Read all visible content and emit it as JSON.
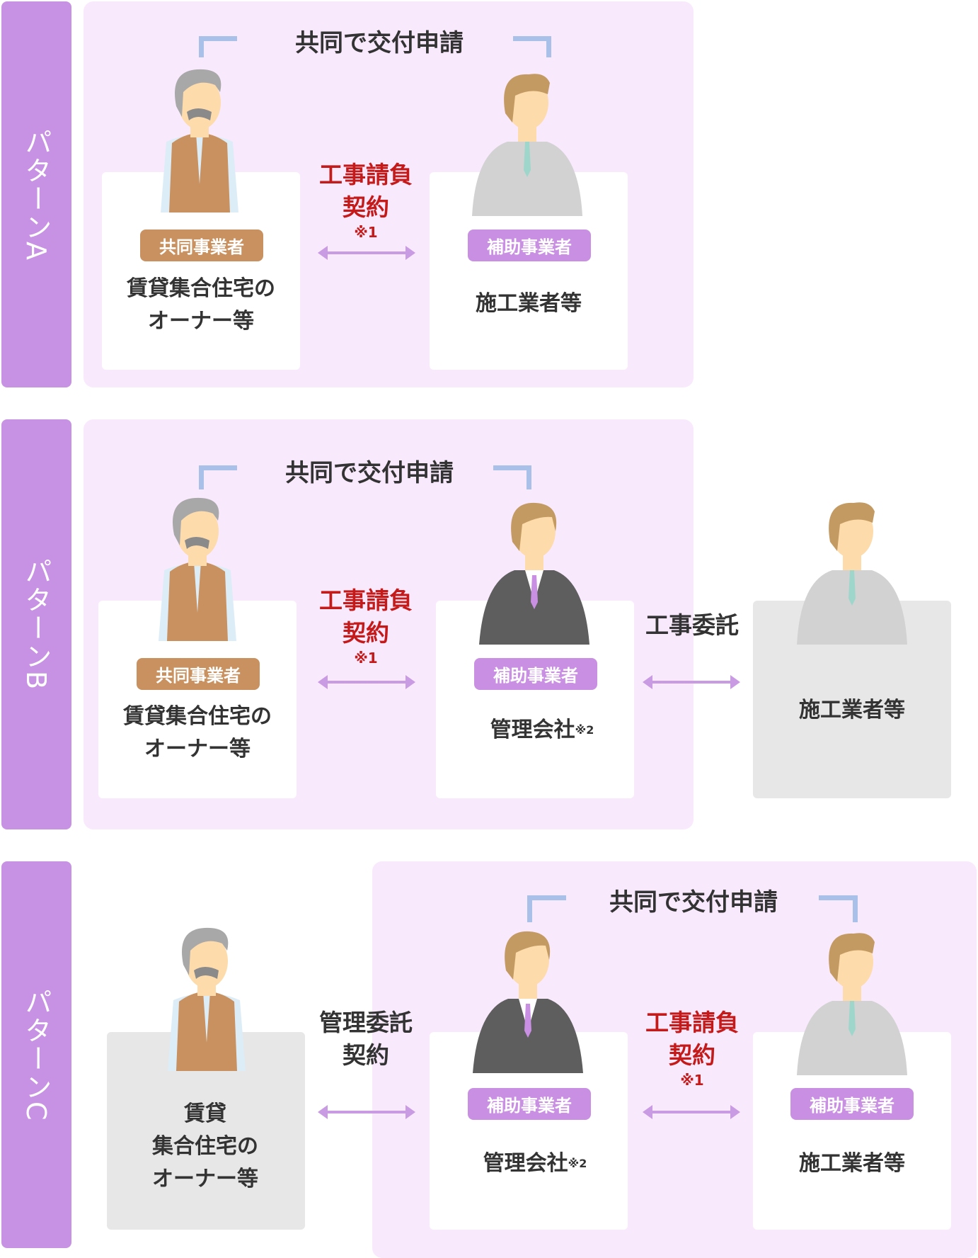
{
  "patterns": [
    {
      "label": "パターンA",
      "joint_title": "共同で交付申請",
      "left": {
        "badge": "共同事業者",
        "name_lines": [
          "賃貸集合住宅の",
          "オーナー等"
        ]
      },
      "contract": {
        "lines": [
          "工事請負",
          "契約"
        ],
        "note": "※1"
      },
      "right": {
        "badge": "補助事業者",
        "name": "施工業者等"
      }
    },
    {
      "label": "パターンB",
      "joint_title": "共同で交付申請",
      "left": {
        "badge": "共同事業者",
        "name_lines": [
          "賃貸集合住宅の",
          "オーナー等"
        ]
      },
      "contract": {
        "lines": [
          "工事請負",
          "契約"
        ],
        "note": "※1"
      },
      "middle": {
        "badge": "補助事業者",
        "name": "管理会社",
        "note": "※2"
      },
      "outsourcing": {
        "label": "工事委託"
      },
      "right": {
        "name": "施工業者等"
      }
    },
    {
      "label": "パターンC",
      "joint_title": "共同で交付申請",
      "left": {
        "name_lines": [
          "賃貸",
          "集合住宅の",
          "オーナー等"
        ]
      },
      "management_contract": {
        "lines": [
          "管理委託",
          "契約"
        ]
      },
      "middle": {
        "badge": "補助事業者",
        "name": "管理会社",
        "note": "※2"
      },
      "contract": {
        "lines": [
          "工事請負",
          "契約"
        ],
        "note": "※1"
      },
      "right": {
        "badge": "補助事業者",
        "name": "施工業者等"
      }
    }
  ],
  "colors": {
    "label_bar": "#c792e3",
    "panel": "#f9e9fd",
    "contract_red": "#c41a1a",
    "badge_brown": "#c8915f",
    "badge_purple": "#c98fe3",
    "bracket": "#a9c1e8",
    "arrow": "#c99be2"
  }
}
